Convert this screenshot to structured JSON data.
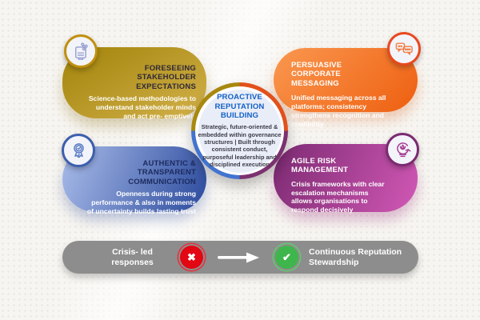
{
  "quadrants": [
    {
      "id": "foreseeing",
      "position": "top-left",
      "icon": "book-molecule-icon",
      "title": "FORESEEING STAKEHOLDER EXPECTATIONS",
      "body": "Science-based methodologies to understand stakeholder minds and act pre- emptively"
    },
    {
      "id": "persuasive",
      "position": "top-right",
      "icon": "chat-bubbles-icon",
      "title": "PERSUASIVE CORPORATE MESSAGING",
      "body": "Unified messaging across all platforms; consistency strengthens recognition and credibility"
    },
    {
      "id": "authentic",
      "position": "bottom-left",
      "icon": "award-ribbon-icon",
      "title": "AUTHENTIC & TRANSPARENT COMMUNICATION",
      "body": "Openness during strong performance & also in moments of uncertainty builds lasting trust"
    },
    {
      "id": "agile",
      "position": "bottom-right",
      "icon": "risk-cycle-icon",
      "title": "AGILE RISK MANAGEMENT",
      "body": "Crisis frameworks with clear escalation mechanisms allows organisations to respond decisively"
    }
  ],
  "center": {
    "title": "PROACTIVE REPUTATION BUILDING",
    "body": "Strategic, future-oriented & embedded within governance structures | Built through consistent conduct, purposeful leadership and disciplined execution"
  },
  "footer": {
    "left_label": "Crisis- led responses",
    "right_label": "Continuous Reputation Stewardship",
    "x_icon": "✖",
    "check_icon": "✔"
  },
  "theme": {
    "bg": "#f7f5f1",
    "dots": "#e6e3dc",
    "gold_from": "#a18309",
    "gold_to": "#d3b14b",
    "orange_from": "#fa9850",
    "orange_to": "#ee5f10",
    "blue_from": "#a9bce9",
    "blue_to": "#2b4a9d",
    "purple_from": "#7c2a72",
    "purple_to": "#d158b5",
    "ring_gold": "#a8880e",
    "ring_orange": "#e2511c",
    "ring_blue": "#4273cf",
    "ring_purple": "#7c3170",
    "icring_gold": "#c1900f",
    "icring_orange": "#e8481e",
    "icring_blue": "#3c5fae",
    "icring_purple": "#7c2a72",
    "tl_title": "#2e2838",
    "bl_title": "#1d2b5e",
    "center_fill": "#e9edf8",
    "center_title": "#1461c6",
    "center_body": "#3c3c46",
    "bar_bg": "#8d8d8d",
    "red_badge": "#e30613",
    "red_ring": "#e5313c",
    "green_badge": "#3eb64b",
    "green_ring": "#63c96e"
  }
}
